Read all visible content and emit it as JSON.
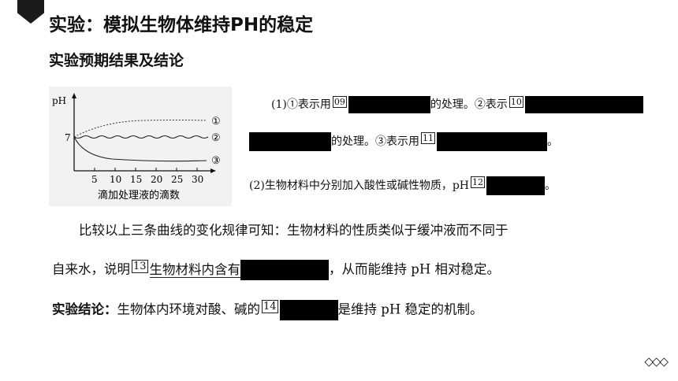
{
  "header": {
    "title": "实验：模拟生物体维持PH的稳定",
    "subtitle": "实验预期结果及结论"
  },
  "figure": {
    "ylabel": "pH",
    "y_tick": "7",
    "x_ticks": [
      "5",
      "10",
      "15",
      "20",
      "25",
      "30"
    ],
    "xlabel": "滴加处理液的滴数",
    "curve_labels": [
      "①",
      "②",
      "③"
    ]
  },
  "questions": {
    "q1_a": "(1)①表示用",
    "blank09": "09",
    "q1_b": "的处理。②表示",
    "blank10": "10",
    "q1_c": "的处理。③表示用",
    "blank11": "11",
    "q1_end": "。",
    "q2_a": "(2)生物材料中分别加入酸性或碱性物质，pH",
    "blank12": "12",
    "q2_end": "。"
  },
  "paragraph": {
    "line1": "比较以上三条曲线的变化规律可知：生物材料的性质类似于缓冲液而不同于",
    "line2_a": "自来水，说明",
    "blank13": "13",
    "line2_answer": "生物材料内含有",
    "line2_b": "，从而能维持 pH 相对稳定。"
  },
  "conclusion": {
    "label": "实验结论：",
    "text_a": "生物体内环境对酸、碱的",
    "blank14": "14",
    "text_b": "是维持 pH 稳定的机制。"
  },
  "footer": {
    "nav_icon": "◇◇◇"
  }
}
